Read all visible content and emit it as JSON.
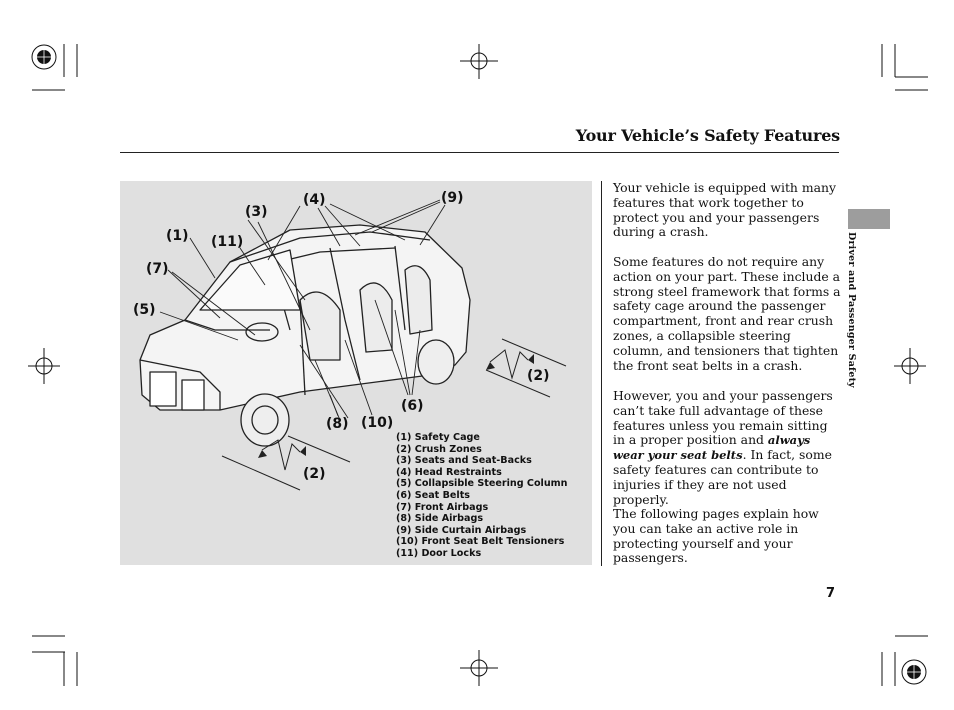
{
  "page": {
    "title": "Your Vehicle’s Safety Features",
    "page_number": "7",
    "section_tab": "Driver and Passenger Safety"
  },
  "figure": {
    "callouts": {
      "c1": "(1)",
      "c2a": "(2)",
      "c2b": "(2)",
      "c3": "(3)",
      "c4": "(4)",
      "c5": "(5)",
      "c6": "(6)",
      "c7": "(7)",
      "c8": "(8)",
      "c9": "(9)",
      "c10": "(10)",
      "c11": "(11)"
    },
    "legend": [
      "(1) Safety Cage",
      "(2) Crush Zones",
      "(3) Seats and Seat-Backs",
      "(4) Head Restraints",
      "(5) Collapsible Steering Column",
      "(6) Seat Belts",
      "(7) Front Airbags",
      "(8) Side Airbags",
      "(9) Side Curtain Airbags",
      "(10) Front Seat Belt Tensioners",
      "(11) Door Locks"
    ]
  },
  "body": {
    "p1": "Your vehicle is equipped with many features that work together to protect you and your passengers during a crash.",
    "p2": "Some features do not require any action on your part. These include a strong steel framework that forms a safety cage around the passenger compartment, front and rear crush zones, a collapsible steering column, and tensioners that tighten the front seat belts in a crash.",
    "p3_before": "However, you and your passengers can’t take full advantage of these features unless you remain sitting in a proper position and ",
    "p3_emphasis": "always wear your seat belts",
    "p3_after": ". In fact, some safety features can contribute to injuries if they are not used properly.",
    "p4": "The following pages explain how you can take an active role in protecting yourself and your passengers."
  }
}
